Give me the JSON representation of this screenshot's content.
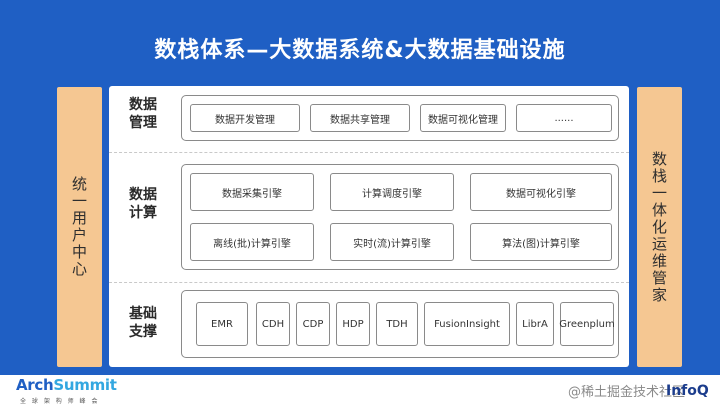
{
  "title": "数栈体系—大数据系统&大数据基础设施",
  "left_panel": "统一用户中心",
  "right_panel": "数栈一体化运维管家",
  "rows": [
    {
      "label_lines": [
        "数据",
        "管理"
      ],
      "items": [
        "数据开发管理",
        "数据共享管理",
        "数据可视化管理",
        "......"
      ]
    },
    {
      "label_lines": [
        "数据",
        "计算"
      ],
      "items": [
        "数据采集引擎",
        "计算调度引擎",
        "数据可视化引擎",
        "离线(批)计算引擎",
        "实时(流)计算引擎",
        "算法(图)计算引擎"
      ]
    },
    {
      "label_lines": [
        "基础",
        "支撑"
      ],
      "items": [
        "EMR",
        "CDH",
        "CDP",
        "HDP",
        "TDH",
        "FusionInsight",
        "LibrA",
        "Greenplum"
      ]
    }
  ],
  "footer": {
    "logo_arch": "Arch",
    "logo_summit": "Summit",
    "logo_tagline": "全 球 架 构 师 峰 会",
    "watermark": "@稀土掘金技术社区",
    "infoq": "InfoQ"
  }
}
